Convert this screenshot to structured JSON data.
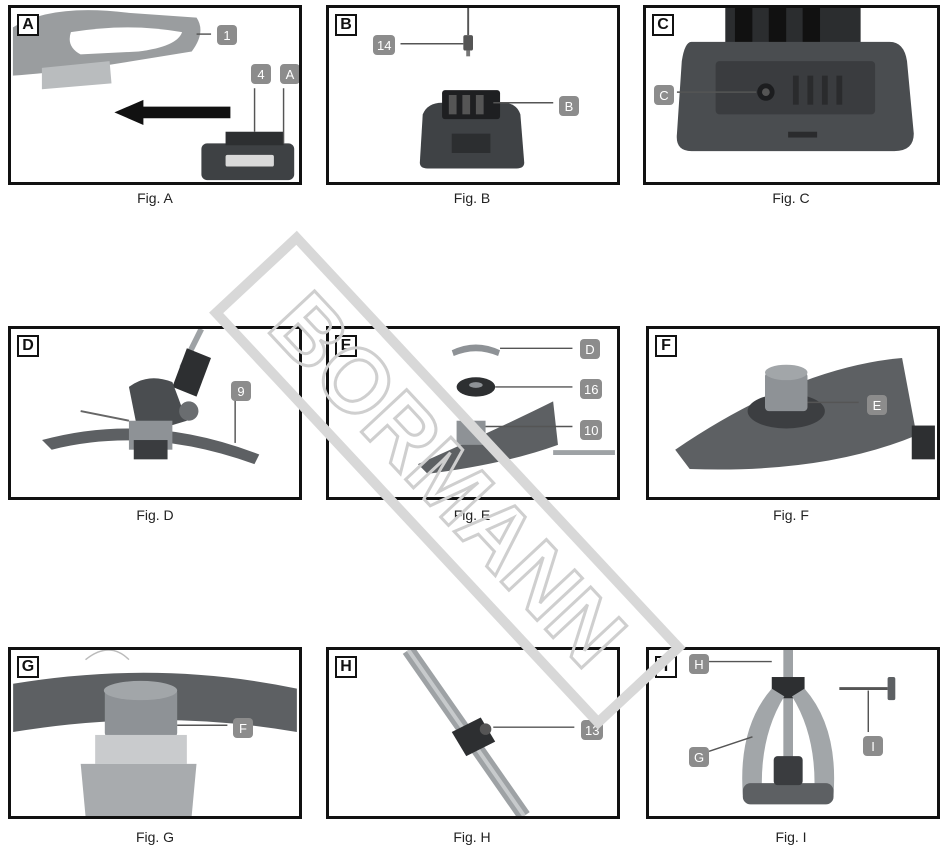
{
  "figures": {
    "A": {
      "letter": "A",
      "caption": "Fig. A",
      "callouts": [
        "1",
        "4",
        "A"
      ]
    },
    "B": {
      "letter": "B",
      "caption": "Fig. B",
      "callouts": [
        "14",
        "B"
      ]
    },
    "C": {
      "letter": "C",
      "caption": "Fig. C",
      "callouts": [
        "C"
      ]
    },
    "D": {
      "letter": "D",
      "caption": "Fig. D",
      "callouts": [
        "9"
      ]
    },
    "E": {
      "letter": "E",
      "caption": "Fig. E",
      "callouts": [
        "D",
        "16",
        "10"
      ]
    },
    "F": {
      "letter": "F",
      "caption": "Fig. F",
      "callouts": [
        "E"
      ]
    },
    "G": {
      "letter": "G",
      "caption": "Fig. G",
      "callouts": [
        "F"
      ]
    },
    "H": {
      "letter": "H",
      "caption": "Fig. H",
      "callouts": [
        "13"
      ]
    },
    "I": {
      "letter": "I",
      "caption": "Fig. I",
      "callouts": [
        "H",
        "G",
        "I"
      ]
    }
  },
  "watermark": {
    "text": "BORMANN",
    "color": "#d8d8d8"
  },
  "colors": {
    "frame": "#111111",
    "callout": "#8c8c8c",
    "device": "#4a4d50",
    "device_light": "#8e9296"
  }
}
